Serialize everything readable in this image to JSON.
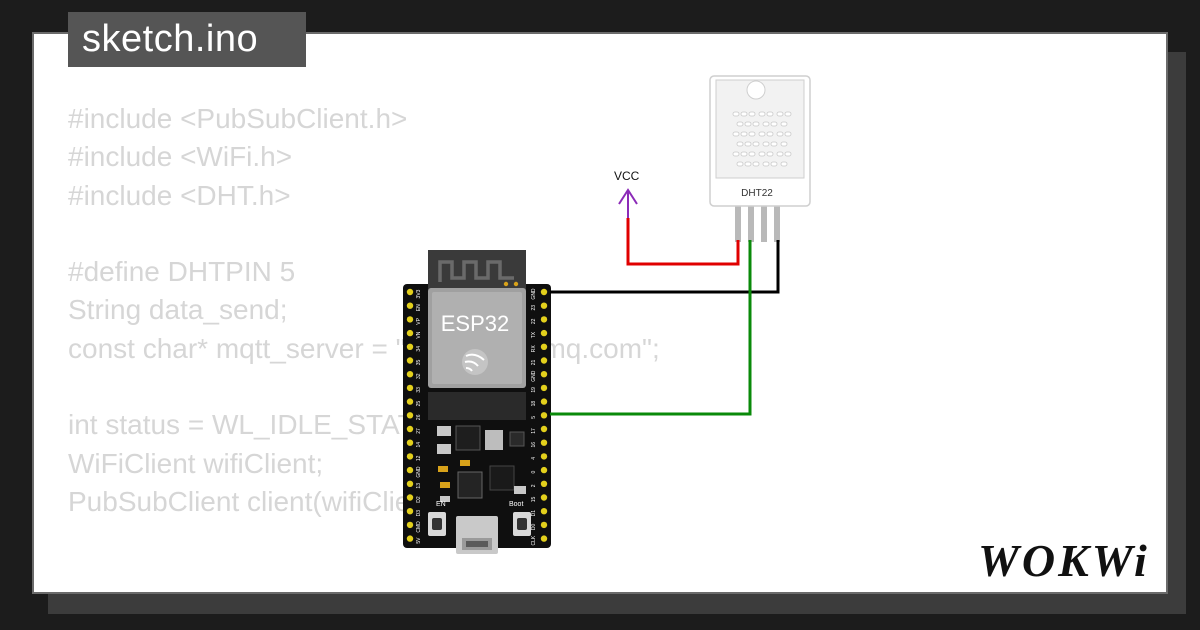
{
  "filename": "sketch.ino",
  "code_lines": [
    "#include <PubSubClient.h>",
    "#include <WiFi.h>",
    "#include <DHT.h>",
    "",
    "#define DHTPIN 5",
    "String data_send;",
    "const char* mqtt_server = \"broker.hivemq.com\";",
    "",
    "int status = WL_IDLE_STATUS;",
    "WiFiClient wifiClient;",
    "PubSubClient client(wifiClient);"
  ],
  "board": {
    "label": "ESP32",
    "left_pins": [
      "3V3",
      "EN",
      "VP",
      "VN",
      "34",
      "35",
      "32",
      "33",
      "25",
      "26",
      "27",
      "14",
      "12",
      "GND",
      "13",
      "D2",
      "D3",
      "CMD",
      "5V"
    ],
    "right_pins": [
      "GND",
      "23",
      "22",
      "TX",
      "RX",
      "21",
      "GND",
      "19",
      "18",
      "5",
      "17",
      "16",
      "4",
      "0",
      "2",
      "15",
      "D1",
      "D0",
      "CLK"
    ],
    "en_button_label": "EN",
    "boot_button_label": "Boot"
  },
  "sensor": {
    "label": "DHT22"
  },
  "power_label": "VCC",
  "wire_colors": {
    "power": "#e00000",
    "ground": "#000000",
    "data": "#0a8a0a",
    "vcc_symbol": "#8c2bb8"
  },
  "brand": "WOKWi"
}
